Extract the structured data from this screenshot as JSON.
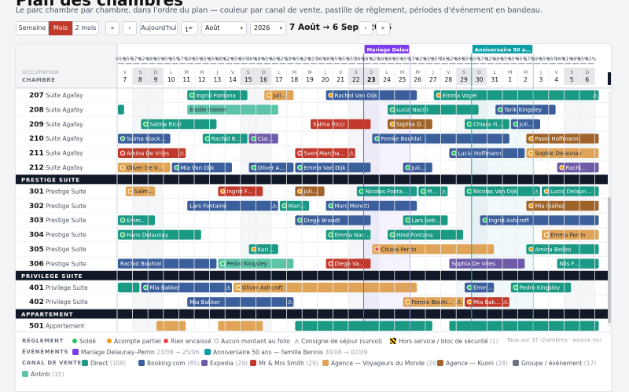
{
  "page": {
    "heading": "Plan des chambres",
    "subtitle": "Le parc chambre par chambre, dans l'ordre du plan — couleur par canal de vente, pastille de règlement, périodes d'événement en bandeau."
  },
  "toolbar": {
    "views": [
      "Semaine",
      "Mois",
      "2 mois"
    ],
    "active_view": "Mois",
    "first": "«",
    "prev": "‹",
    "today": "Aujourd'hui",
    "day": "1",
    "day_suffix": "er",
    "month": "Août",
    "year": "2026",
    "range": "7 Août → 6 Sept. 2026",
    "next": "›",
    "last": "»"
  },
  "grid_header": {
    "label_top": "OCCUPATION",
    "label_bottom": "CHAMBRE"
  },
  "occupancy": [
    "65%",
    "65%",
    "57%",
    "62%",
    "68%",
    "65%",
    "65%",
    "65%",
    "57%",
    "59%",
    "65%",
    "65%",
    "65%",
    "68%",
    "62%",
    "65%",
    "65%",
    "76%",
    "68%",
    "65%",
    "65%",
    "62%",
    "59%",
    "65%",
    "62%",
    "81%",
    "76%",
    "68%",
    "65%",
    "65%",
    "65%",
    "76%",
    "68%",
    "62%",
    "59%",
    "68%",
    "65%",
    "65%",
    "57%",
    "62%",
    "65%",
    "65%",
    "76%",
    "62%",
    "68%",
    "65%",
    "65%",
    "57%",
    "62%",
    "68%",
    "65%",
    "65%",
    "65%",
    "57%",
    "59%",
    "65%",
    "65%",
    "76%",
    "81%",
    "68%",
    "65%",
    "62%"
  ],
  "days": [
    {
      "w": "V",
      "d": "7"
    },
    {
      "w": "S",
      "d": "8",
      "we": true
    },
    {
      "w": "D",
      "d": "9",
      "we": true
    },
    {
      "w": "L",
      "d": "10"
    },
    {
      "w": "M",
      "d": "11"
    },
    {
      "w": "M",
      "d": "12"
    },
    {
      "w": "J",
      "d": "13"
    },
    {
      "w": "V",
      "d": "14"
    },
    {
      "w": "S",
      "d": "15",
      "we": true
    },
    {
      "w": "D",
      "d": "16",
      "we": true
    },
    {
      "w": "L",
      "d": "17"
    },
    {
      "w": "M",
      "d": "18"
    },
    {
      "w": "M",
      "d": "19"
    },
    {
      "w": "J",
      "d": "20"
    },
    {
      "w": "V",
      "d": "21"
    },
    {
      "w": "S",
      "d": "22",
      "we": true
    },
    {
      "w": "D",
      "d": "23",
      "we": true
    },
    {
      "w": "L",
      "d": "24"
    },
    {
      "w": "M",
      "d": "25"
    },
    {
      "w": "M",
      "d": "26"
    },
    {
      "w": "J",
      "d": "27"
    },
    {
      "w": "V",
      "d": "28"
    },
    {
      "w": "S",
      "d": "29",
      "we": true
    },
    {
      "w": "D",
      "d": "30",
      "we": true
    },
    {
      "w": "L",
      "d": "31"
    },
    {
      "w": "M",
      "d": "1"
    },
    {
      "w": "M",
      "d": "2"
    },
    {
      "w": "J",
      "d": "3"
    },
    {
      "w": "V",
      "d": "4"
    },
    {
      "w": "S",
      "d": "5",
      "we": true
    },
    {
      "w": "D",
      "d": "6",
      "we": true
    }
  ],
  "today_index": 16,
  "events": [
    {
      "name": "Mariage Delaunay–Perrin",
      "start": 16,
      "end": 19,
      "color": "#7c3aed"
    },
    {
      "name": "Anniversaire 50 ans — famille Bennis",
      "start": 23,
      "end": 27,
      "color": "#0e9fa6"
    }
  ],
  "rows": [
    {
      "type": "room",
      "num": "207",
      "name": "Suite Agafay",
      "bookings": [
        {
          "s": 4.5,
          "e": 8.5,
          "c": "direct",
          "g": "Ingrid Fontana",
          "p": "solde"
        },
        {
          "s": 9.5,
          "e": 11.5,
          "c": "agence",
          "g": "Julie…",
          "p": "acompte"
        },
        {
          "s": 13.5,
          "e": 19.5,
          "c": "booking",
          "g": "Rachid Van Dijk",
          "p": "acompte"
        },
        {
          "s": 20.5,
          "e": 31.3,
          "c": "direct",
          "g": "Emma Vogel",
          "p": "acompte",
          "w": true
        }
      ]
    },
    {
      "type": "room",
      "num": "208",
      "name": "Suite Agafay",
      "bookings": [
        {
          "s": 0,
          "e": 0.5,
          "c": "direct",
          "g": "",
          "p": "acompte"
        },
        {
          "s": 4.5,
          "e": 10.5,
          "c": "airbnb",
          "g": "Élodie Bakker",
          "p": ""
        },
        {
          "s": 17.5,
          "e": 23.5,
          "c": "direct",
          "g": "Lucia Naciri",
          "p": "solde"
        },
        {
          "s": 24.5,
          "e": 28.5,
          "c": "booking",
          "g": "Tarik Kingsley",
          "p": "solde"
        }
      ]
    },
    {
      "type": "room",
      "num": "209",
      "name": "Suite Agafay",
      "bookings": [
        {
          "s": 1.5,
          "e": 6.5,
          "c": "direct",
          "g": "Salma Ricci",
          "p": "solde"
        },
        {
          "s": 12.5,
          "e": 16.5,
          "c": "mrs",
          "g": "Salma Ricci",
          "p": ""
        },
        {
          "s": 17.5,
          "e": 20.5,
          "c": "kuoni",
          "g": "Sophia De …",
          "p": "acompte"
        },
        {
          "s": 22.5,
          "e": 25.5,
          "c": "direct",
          "g": "Chiara Hoff…",
          "p": "solde"
        },
        {
          "s": 25.5,
          "e": 27.5,
          "c": "booking",
          "g": "Julie…",
          "p": "solde"
        }
      ]
    },
    {
      "type": "room",
      "num": "210",
      "name": "Suite Agafay",
      "bookings": [
        {
          "s": 0,
          "e": 3.5,
          "c": "booking",
          "g": "Salma Blackw…",
          "p": "solde"
        },
        {
          "s": 5.5,
          "e": 8.5,
          "c": "direct",
          "g": "Rachid Bou…",
          "p": "solde"
        },
        {
          "s": 8.5,
          "e": 10.5,
          "c": "expedia",
          "g": "Clair…",
          "p": "solde"
        },
        {
          "s": 16.5,
          "e": 25.5,
          "c": "booking",
          "g": "Femke Bouhlal",
          "p": "solde"
        },
        {
          "s": 26.5,
          "e": 31.3,
          "c": "kuoni",
          "g": "Paolo Hoffmann",
          "p": "acompte"
        }
      ]
    },
    {
      "type": "room",
      "num": "211",
      "name": "Suite Agafay",
      "bookings": [
        {
          "s": 0,
          "e": 4.5,
          "c": "mrs",
          "g": "Amina De Vries",
          "p": "encaisse",
          "w": true
        },
        {
          "s": 11.5,
          "e": 15.5,
          "c": "mrs",
          "g": "Sven Marchand",
          "p": "encaisse",
          "w": true
        },
        {
          "s": 21.5,
          "e": 26.5,
          "c": "booking",
          "g": "Lucia Hoffmann",
          "p": "solde"
        },
        {
          "s": 26.5,
          "e": 31.3,
          "c": "agence",
          "g": "Sophie Delaunay",
          "p": "acompte"
        }
      ]
    },
    {
      "type": "room",
      "num": "212",
      "name": "Suite Agafay",
      "bookings": [
        {
          "s": 0,
          "e": 3.5,
          "c": "agence",
          "g": "Oliver De Vries",
          "p": "acompte"
        },
        {
          "s": 3.5,
          "e": 7.5,
          "c": "booking",
          "g": "Mia Van Dijk",
          "p": "solde"
        },
        {
          "s": 8.5,
          "e": 11.5,
          "c": "booking",
          "g": "Oliver Ashc…",
          "p": "solde"
        },
        {
          "s": 11.5,
          "e": 16.5,
          "c": "booking",
          "g": "Emma Van Dijk",
          "p": "solde"
        },
        {
          "s": 18.5,
          "e": 20.5,
          "c": "booking",
          "g": "Julie…",
          "p": "solde"
        },
        {
          "s": 28.5,
          "e": 31.3,
          "c": "expedia",
          "g": "Rachi…",
          "p": "acompte"
        }
      ]
    },
    {
      "type": "section",
      "name": "PRESTIGE SUITE"
    },
    {
      "type": "room",
      "num": "301",
      "name": "Prestige Suite",
      "bookings": [
        {
          "s": 0.5,
          "e": 2.5,
          "c": "agence",
          "g": "Salm…",
          "p": "acompte"
        },
        {
          "s": 6.5,
          "e": 9.5,
          "c": "mrs",
          "g": "Ingrid Fontana",
          "p": "acompte"
        },
        {
          "s": 11.5,
          "e": 13.5,
          "c": "kuoni",
          "g": "Julie…",
          "p": "acompte"
        },
        {
          "s": 15.5,
          "e": 19.5,
          "c": "direct",
          "g": "Nicolas Fontaine",
          "p": "solde"
        },
        {
          "s": 19.5,
          "e": 21.5,
          "c": "direct",
          "g": "M…",
          "p": "solde",
          "w": true
        },
        {
          "s": 22.5,
          "e": 27.5,
          "c": "direct",
          "g": "Nicolas Van Dijk",
          "p": "solde",
          "w": true
        },
        {
          "s": 27.5,
          "e": 31.3,
          "c": "direct",
          "g": "Lucia Delaunay",
          "p": "acompte"
        }
      ]
    },
    {
      "type": "room",
      "num": "302",
      "name": "Prestige Suite",
      "bookings": [
        {
          "s": 4.5,
          "e": 10.5,
          "c": "booking",
          "g": "Lars Fontaine",
          "p": "",
          "w": true
        },
        {
          "s": 10.5,
          "e": 12.5,
          "c": "direct",
          "g": "Mari…",
          "p": "solde"
        },
        {
          "s": 13.5,
          "e": 19.5,
          "c": "booking",
          "g": "Marc Moretti",
          "p": "solde"
        },
        {
          "s": 26.5,
          "e": 31.3,
          "c": "kuoni",
          "g": "Mia Ibáñez",
          "p": "acompte"
        }
      ]
    },
    {
      "type": "room",
      "num": "303",
      "name": "Prestige Suite",
      "bookings": [
        {
          "s": 0,
          "e": 2.5,
          "c": "direct",
          "g": "Emm…",
          "p": "solde"
        },
        {
          "s": 11.5,
          "e": 16.5,
          "c": "booking",
          "g": "Diego Brandt",
          "p": "solde"
        },
        {
          "s": 18.5,
          "e": 21.5,
          "c": "direct",
          "g": "Lars Sebti",
          "p": "solde"
        },
        {
          "s": 23.5,
          "e": 31.3,
          "c": "booking",
          "g": "Ingrid Ashcroft",
          "p": "solde"
        }
      ]
    },
    {
      "type": "room",
      "num": "304",
      "name": "Prestige Suite",
      "bookings": [
        {
          "s": 0,
          "e": 5.5,
          "c": "direct",
          "g": "Hans Delaunay",
          "p": "solde"
        },
        {
          "s": 13.5,
          "e": 16.5,
          "c": "direct",
          "g": "Emma Nav…",
          "p": "solde"
        },
        {
          "s": 17.5,
          "e": 22.5,
          "c": "direct",
          "g": "Hind Fontana",
          "p": "solde"
        },
        {
          "s": 27.5,
          "e": 31.3,
          "c": "agence",
          "g": "Emma Perrin",
          "p": "acompte"
        }
      ]
    },
    {
      "type": "room",
      "num": "305",
      "name": "Prestige Suite",
      "bookings": [
        {
          "s": 8.5,
          "e": 10.5,
          "c": "direct",
          "g": "Kari…",
          "p": "acompte"
        },
        {
          "s": 16.5,
          "e": 24.5,
          "c": "agence",
          "g": "Chiara Perrin",
          "p": "encaisse"
        },
        {
          "s": 26.5,
          "e": 31.3,
          "c": "direct",
          "g": "Amina Bellini",
          "p": "acompte"
        }
      ]
    },
    {
      "type": "room",
      "num": "306",
      "name": "Prestige Suite",
      "bookings": [
        {
          "s": 0,
          "e": 6.5,
          "c": "booking",
          "g": "Rachid Bouhlal",
          "p": ""
        },
        {
          "s": 6.5,
          "e": 11.5,
          "c": "airbnb",
          "g": "Pedro Kingsley",
          "p": "solde"
        },
        {
          "s": 13.5,
          "e": 16.5,
          "c": "mrs",
          "g": "Diego Van Dijk",
          "p": "encaisse"
        },
        {
          "s": 21.5,
          "e": 26.5,
          "c": "expedia",
          "g": "Sophia De Vries",
          "p": ""
        },
        {
          "s": 28.5,
          "e": 31.3,
          "c": "direct",
          "g": "Nils F…",
          "p": ""
        }
      ]
    },
    {
      "type": "section",
      "name": "PRIVILEGE SUITE"
    },
    {
      "type": "room",
      "num": "401",
      "name": "Privilege Suite",
      "bookings": [
        {
          "s": 0,
          "e": 1.5,
          "c": "direct",
          "g": "",
          "p": ""
        },
        {
          "s": 1.5,
          "e": 7.5,
          "c": "booking",
          "g": "Mia Bakker",
          "p": "solde",
          "w": true
        },
        {
          "s": 7.5,
          "e": 19.5,
          "c": "agence",
          "g": "Oliver Ashcroft",
          "p": "acompte"
        },
        {
          "s": 22.5,
          "e": 24.5,
          "c": "booking",
          "g": "Emm…",
          "p": "solde"
        },
        {
          "s": 25.5,
          "e": 29.5,
          "c": "direct",
          "g": "Pedro Kingsley",
          "p": "solde"
        }
      ]
    },
    {
      "type": "room",
      "num": "402",
      "name": "Privilege Suite",
      "bookings": [
        {
          "s": 4.5,
          "e": 11.5,
          "c": "booking",
          "g": "Mia Bakker",
          "p": "",
          "w": true
        },
        {
          "s": 18.5,
          "e": 22.5,
          "c": "agence",
          "g": "Femke Bouhlal",
          "p": "acompte",
          "w": true
        },
        {
          "s": 22.5,
          "e": 25.5,
          "c": "mrs",
          "g": "Mia Bakker",
          "p": "acompte",
          "w": true
        }
      ]
    },
    {
      "type": "section",
      "name": "APPARTEMENT"
    },
    {
      "type": "room",
      "num": "501",
      "name": "Appartement",
      "bookings": [
        {
          "s": 2.5,
          "e": 4.5,
          "c": "agence",
          "g": "",
          "p": ""
        },
        {
          "s": 6.5,
          "e": 9.5,
          "c": "agence",
          "g": "",
          "p": ""
        },
        {
          "s": 11.5,
          "e": 20.5,
          "c": "direct",
          "g": "",
          "p": ""
        },
        {
          "s": 21.5,
          "e": 31.3,
          "c": "direct",
          "g": "",
          "p": ""
        }
      ]
    }
  ],
  "colors": {
    "direct": "#1a9a84",
    "booking": "#3b5f9b",
    "expedia": "#6f5aa8",
    "mrs": "#c0392b",
    "agence": "#e0a458",
    "kuoni": "#a0642a",
    "groupe": "#6b7280",
    "airbnb": "#5cc3a8",
    "solde": "#22c55e",
    "acompte": "#f59e0b",
    "encaisse": "#ef4444",
    "today": "#7c3aed",
    "section": "#111827"
  },
  "legend": {
    "payment_title": "RÈGLEMENT",
    "payment": [
      {
        "k": "solde",
        "l": "Soldé"
      },
      {
        "k": "acompte",
        "l": "Acompte partiel"
      },
      {
        "k": "encaisse",
        "l": "Rien encaissé"
      },
      {
        "k": "aucun",
        "l": "Aucun montant au folio"
      },
      {
        "k": "consigne",
        "l": "Consigne de séjour (survol)"
      },
      {
        "k": "hs",
        "l": "Hors service / bloc de sécurité",
        "n": "(1)"
      }
    ],
    "events_title": "ÉVÉNEMENTS",
    "events": [
      {
        "l": "Mariage Delaunay–Perrin",
        "d": "23/08 → 25/06",
        "c": "#7c3aed"
      },
      {
        "l": "Anniversaire 50 ans — famille Bennis",
        "d": "30/08 → 02/09",
        "c": "#0e9fa6"
      }
    ],
    "channel_title": "CANAL DE VENTE",
    "channels": [
      {
        "k": "direct",
        "l": "Direct",
        "n": "(108)"
      },
      {
        "k": "booking",
        "l": "Booking.com",
        "n": "(85)"
      },
      {
        "k": "expedia",
        "l": "Expedia",
        "n": "(29)"
      },
      {
        "k": "mrs",
        "l": "Mr & Mrs Smith",
        "n": "(29)"
      },
      {
        "k": "agence",
        "l": "Agence — Voyageurs du Monde",
        "n": "(29)"
      },
      {
        "k": "kuoni",
        "l": "Agence — Kuoni",
        "n": "(28)"
      },
      {
        "k": "groupe",
        "l": "Groupe / événement",
        "n": "(17)"
      },
      {
        "k": "airbnb",
        "l": "Airbnb",
        "n": "(15)"
      }
    ],
    "note": "Taux sur 37 chambres · source mu"
  }
}
